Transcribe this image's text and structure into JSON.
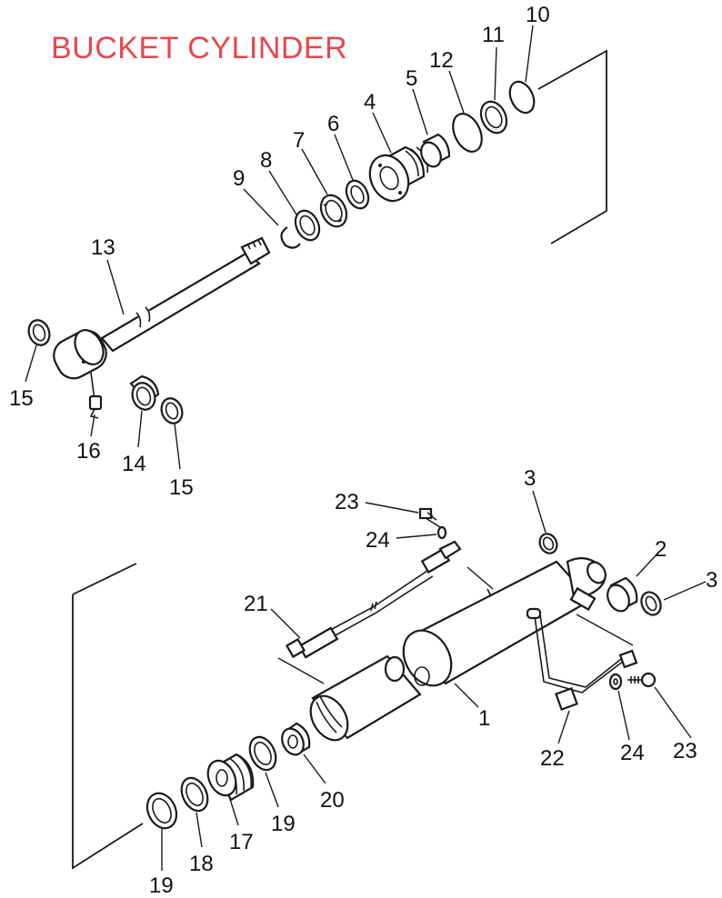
{
  "title": "BUCKET CYLINDER",
  "colors": {
    "title": "#e8474d",
    "line": "#1a1a1a",
    "background": "#ffffff"
  },
  "callouts": {
    "c1": "1",
    "c2": "2",
    "c3a": "3",
    "c3b": "3",
    "c4": "4",
    "c5": "5",
    "c6": "6",
    "c7": "7",
    "c8": "8",
    "c9": "9",
    "c10": "10",
    "c11": "11",
    "c12": "12",
    "c13": "13",
    "c14": "14",
    "c15a": "15",
    "c15b": "15",
    "c16": "16",
    "c17": "17",
    "c18": "18",
    "c19a": "19",
    "c19b": "19",
    "c20": "20",
    "c21": "21",
    "c22": "22",
    "c23a": "23",
    "c23b": "23",
    "c24a": "24",
    "c24b": "24"
  }
}
